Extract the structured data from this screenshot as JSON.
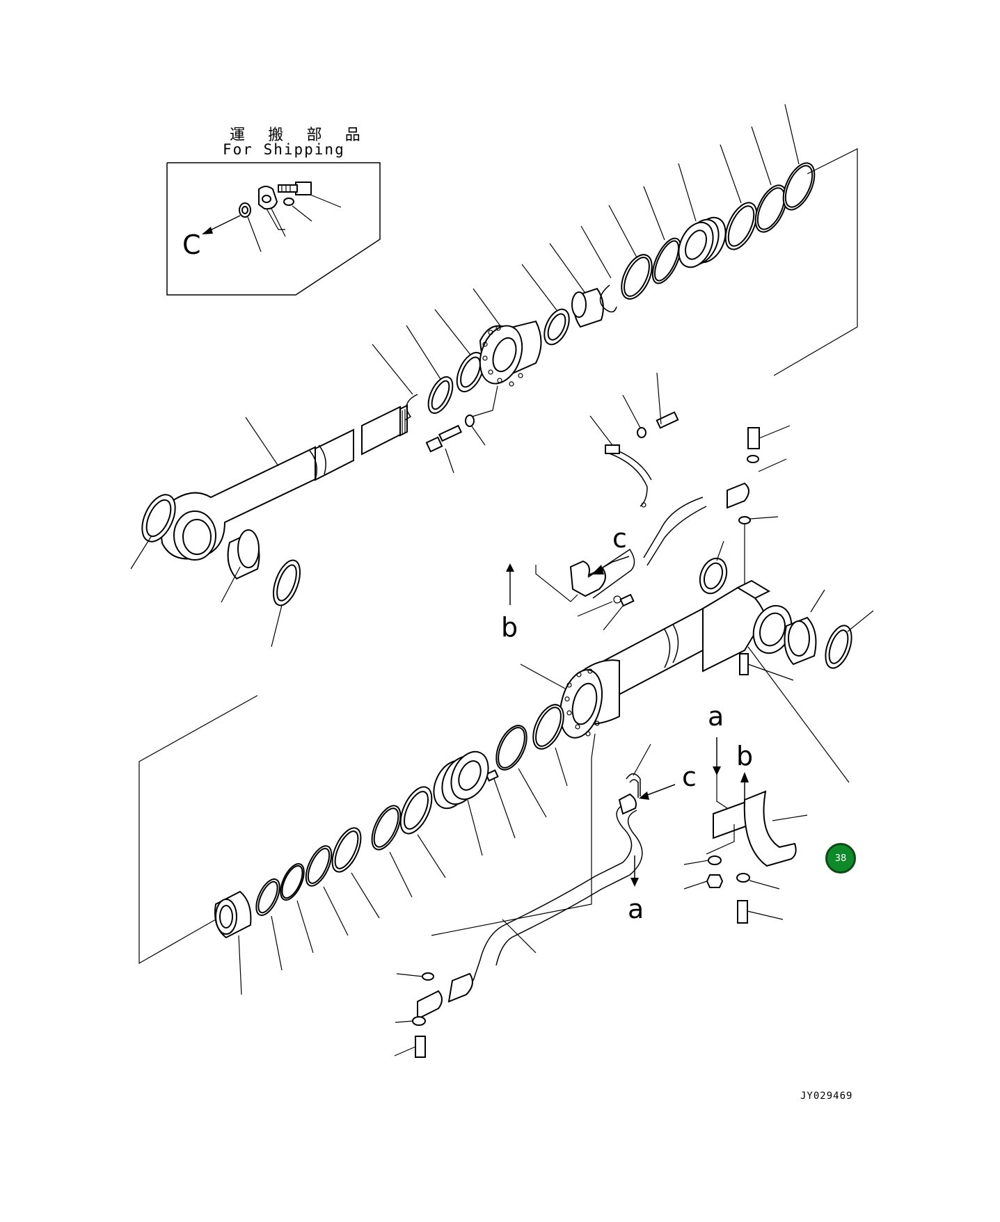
{
  "shipping_box": {
    "title_jp": "運 搬 部 品",
    "title_en": "For Shipping",
    "view_label": "C"
  },
  "view_labels": {
    "c_hose_top": "c",
    "b_left": "b",
    "a_bracket_top": "a",
    "b_bracket_top": "b",
    "c_hose_bottom": "c",
    "a_hose_bottom": "a"
  },
  "drawing_code": "JY029469",
  "callout": {
    "number": "38",
    "color": "#0f8a2a"
  }
}
